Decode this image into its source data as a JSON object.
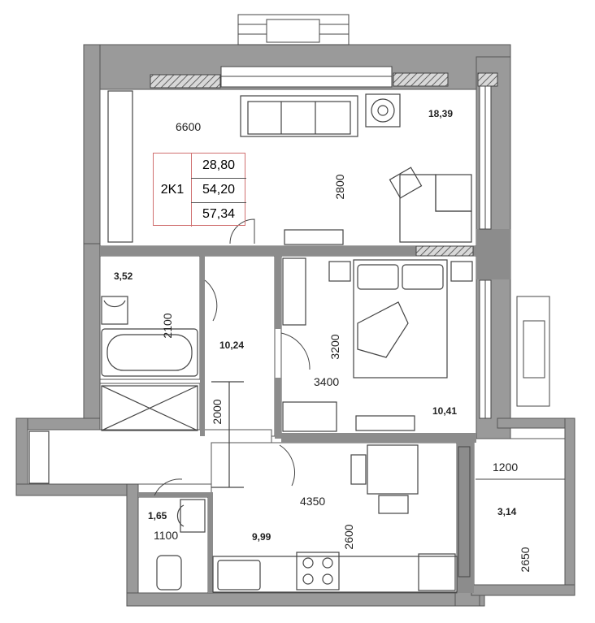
{
  "apartment": {
    "code": "2K1",
    "living_area": "28,80",
    "total_area": "54,20",
    "area_with_balcony": "57,34"
  },
  "rooms": {
    "living_room": {
      "area": "18,39",
      "width": "6600",
      "depth": "2800"
    },
    "bathroom": {
      "area": "3,52",
      "depth": "2100"
    },
    "hallway": {
      "area": "10,24",
      "depth": "2000"
    },
    "bedroom": {
      "area": "10,41",
      "width": "3400",
      "depth": "3200"
    },
    "toilet": {
      "area": "1,65",
      "width": "1100"
    },
    "kitchen": {
      "area": "9,99",
      "width": "4350",
      "depth": "2600"
    },
    "loggia": {
      "area": "3,14",
      "width": "1200",
      "depth": "2650"
    }
  },
  "colors": {
    "wall": "#9a9a9a",
    "wall_outline": "#5a5a5a",
    "hatch": "#444444",
    "summary_border": "#d07070"
  }
}
